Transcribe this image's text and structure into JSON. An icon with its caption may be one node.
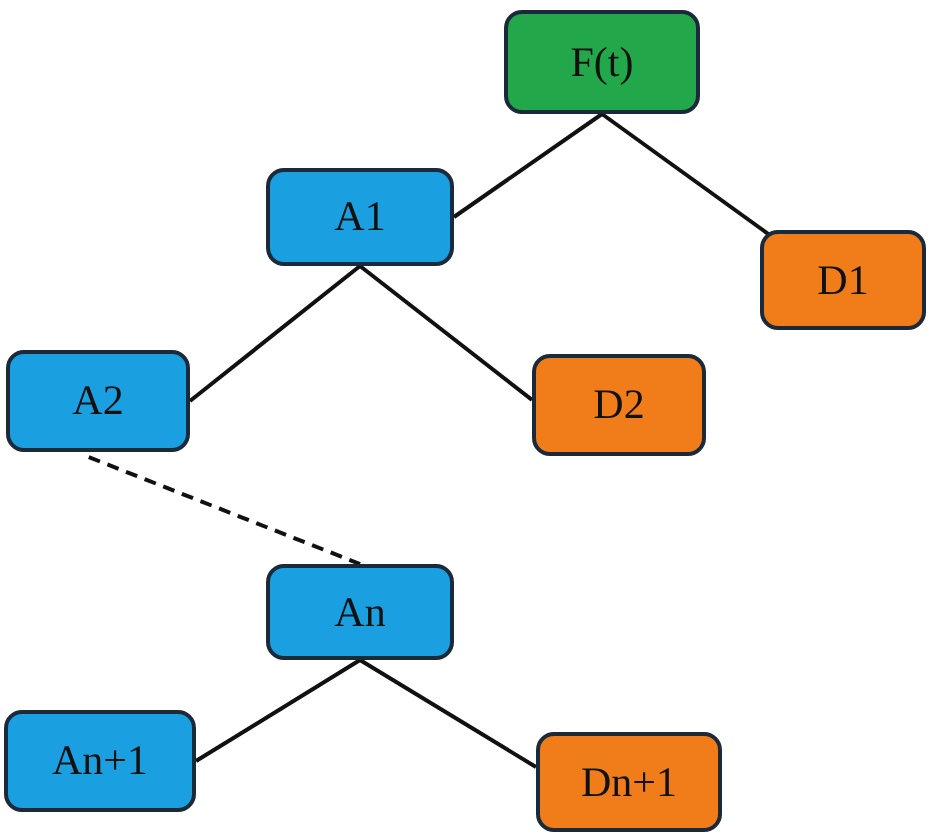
{
  "diagram": {
    "nodes": [
      {
        "text": [
          "F(t)"
        ]
      },
      {
        "text": [
          "A1"
        ]
      },
      {
        "text": [
          "D1"
        ]
      },
      {
        "text": [
          "A2"
        ]
      },
      {
        "text": [
          "D2"
        ]
      },
      {
        "text": [
          "An"
        ]
      },
      {
        "text": [
          "An+1"
        ]
      },
      {
        "text": [
          "Dn+1"
        ]
      }
    ],
    "edges": [
      {
        "from": 0,
        "to": 1,
        "arrow": "none"
      },
      {
        "from": 0,
        "to": 2,
        "arrow": "none"
      },
      {
        "from": 1,
        "to": 3,
        "arrow": "none"
      },
      {
        "from": 1,
        "to": 4,
        "arrow": "none"
      },
      {
        "from": 3,
        "to": 5,
        "arrow": "none",
        "style": "dashed"
      },
      {
        "from": 5,
        "to": 6,
        "arrow": "none"
      },
      {
        "from": 5,
        "to": 7,
        "arrow": "none"
      }
    ]
  }
}
